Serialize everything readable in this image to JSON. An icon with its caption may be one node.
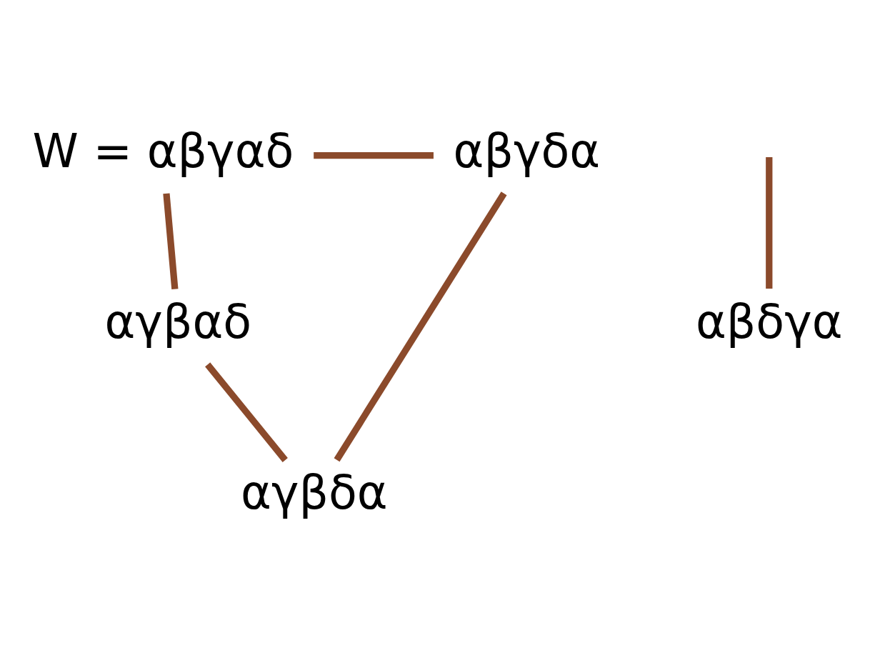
{
  "diagram": {
    "nodes": [
      {
        "text": [
          "W = αβγαδ"
        ]
      },
      {
        "text": [
          "αβγδα"
        ]
      },
      {
        "text": [
          "αγβαδ"
        ]
      },
      {
        "text": [
          "αγβδα"
        ]
      },
      {
        "text": [
          "αβδγα"
        ]
      }
    ],
    "edges": [
      {
        "from": 0,
        "to": 1,
        "arrow": "none"
      },
      {
        "from": 0,
        "to": 2,
        "arrow": "none"
      },
      {
        "from": 2,
        "to": 3,
        "arrow": "none"
      },
      {
        "from": 1,
        "to": 3,
        "arrow": "none"
      },
      {
        "from": null,
        "to": 4,
        "arrow": "none"
      }
    ]
  }
}
